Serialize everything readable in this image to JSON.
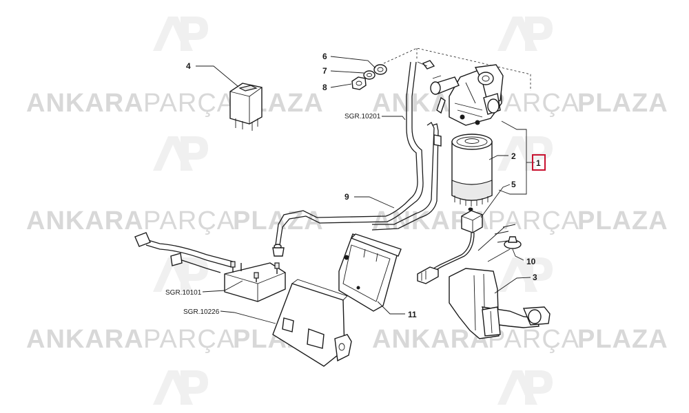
{
  "watermark": {
    "word_light_1": "ANKARA",
    "word_light_2": "PARÇA",
    "word_bold": "PLAZA",
    "logo_color": "#f0f0f0",
    "text_color": "#d8d8d8"
  },
  "callouts": {
    "n1": "1",
    "n2": "2",
    "n3": "3",
    "n4": "4",
    "n5": "5",
    "n6": "6",
    "n7": "7",
    "n8": "8",
    "n9": "9",
    "n10": "10",
    "n11": "11"
  },
  "references": {
    "sgr_10201": "SGR.10201",
    "sgr_10101": "SGR.10101",
    "sgr_10226": "SGR.10226"
  },
  "colors": {
    "line": "#1a1a1a",
    "highlight": "#c8102e",
    "background": "#ffffff"
  }
}
